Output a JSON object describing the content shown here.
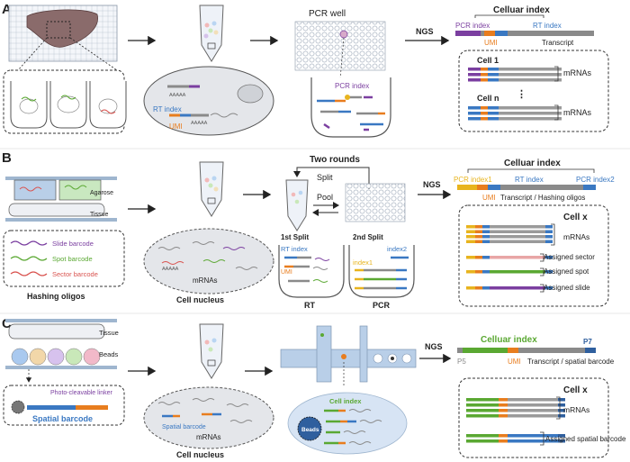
{
  "panels": {
    "a": {
      "letter": "A",
      "pcr_well_title": "PCR well",
      "ngs_label": "NGS",
      "celluar_index": "Celluar index",
      "pcr_index": "PCR index",
      "rt_index": "RT index",
      "umi": "UMI",
      "transcript": "Transcript",
      "cell_1": "Cell 1",
      "cell_n": "Cell n",
      "ellipsis": "⋮",
      "mrnas_1": "mRNAs",
      "mrnas_2": "mRNAs",
      "tube_rt_index": "RT index",
      "tube_umi": "UMI",
      "tube_polya_1": "AAAAA",
      "tube_polya_2": "AAAAA",
      "well_pcr_index": "PCR index"
    },
    "b": {
      "letter": "B",
      "agarose": "Agarose",
      "tissue": "Tissue",
      "hashing_oligos": "Hashing oligos",
      "slide_barcode": "Slide barcode",
      "spot_barcode": "Spot barcode",
      "sector_barcode": "Sector barcode",
      "polya": "AAAAA",
      "mrnas_nucleus": "mRNAs",
      "cell_nucleus": "Cell nucleus",
      "two_rounds": "Two rounds",
      "split": "Split",
      "pool": "Pool",
      "first_split": "1st Split",
      "second_split": "2nd Split",
      "rt_index": "RT index",
      "umi": "UMI",
      "index1": "index1",
      "index2": "index2",
      "rt": "RT",
      "pcr": "PCR",
      "ngs_label": "NGS",
      "celluar_index": "Celluar index",
      "pcr_index1": "PCR index1",
      "rt_index_read": "RT index",
      "pcr_index2": "PCR index2",
      "umi_read": "UMI",
      "transcript_hashing": "Transcript / Hashing oligos",
      "cell_x": "Cell x",
      "mrnas": "mRNAs",
      "assigned_sector": "Assigned sector",
      "assigned_spot": "Assigned spot",
      "assigned_slide": "Assigned slide"
    },
    "c": {
      "letter": "C",
      "tissue": "Tissue",
      "beads": "Beads",
      "photo_cleavable_linker": "Photo-cleavable linker",
      "spatial_barcode": "Spatial barcode",
      "nucleus_spatial_barcode": "Spatial barcode",
      "mrnas_nucleus": "mRNAs",
      "cell_nucleus": "Cell nucleus",
      "cell_index": "Cell index",
      "beads_label": "Beads",
      "ngs_label": "NGS",
      "celluar_index": "Celluar index",
      "p7": "P7",
      "p5": "P5",
      "umi": "UMI",
      "transcript_spatial": "Transcript / spatial barcode",
      "cell_x": "Cell x",
      "mrnas": "mRNAs",
      "assigned_spatial": "Assigned spatial barcode"
    }
  },
  "colors": {
    "purple": "#7b3fa0",
    "orange": "#e87d1e",
    "blue": "#3a78c2",
    "gray": "#8a8a8a",
    "green": "#5aa832",
    "red": "#d9534f",
    "yellow": "#e8b41e"
  }
}
